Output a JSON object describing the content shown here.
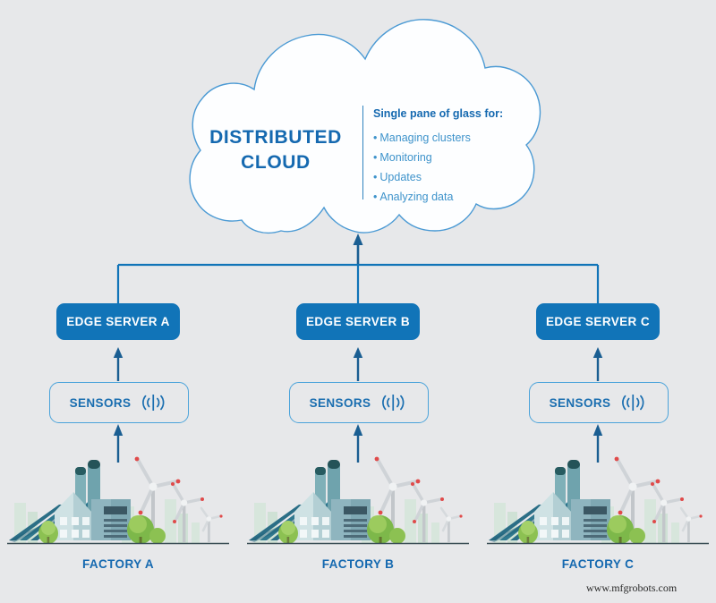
{
  "background_color": "#e7e8ea",
  "colors": {
    "primary_blue": "#1174b8",
    "dark_blue": "#1a5e92",
    "title_blue": "#1569b0",
    "light_blue": "#3e93cb",
    "border_blue": "#4ba3da",
    "cloud_fill": "#fdfeff"
  },
  "cloud": {
    "title_line1": "DISTRIBUTED",
    "title_line2": "CLOUD",
    "list_heading": "Single pane of glass for:",
    "bullets": [
      "Managing clusters",
      "Monitoring",
      "Updates",
      "Analyzing data"
    ],
    "bullet_glyph": "•"
  },
  "columns": [
    {
      "id": "a",
      "edge_server_label": "EDGE SERVER A",
      "sensors_label": "SENSORS",
      "sensors_icon": "signal-wave-icon",
      "factory_label": "FACTORY A"
    },
    {
      "id": "b",
      "edge_server_label": "EDGE SERVER B",
      "sensors_label": "SENSORS",
      "sensors_icon": "signal-wave-icon",
      "factory_label": "FACTORY B"
    },
    {
      "id": "c",
      "edge_server_label": "EDGE SERVER C",
      "sensors_label": "SENSORS",
      "sensors_icon": "signal-wave-icon",
      "factory_label": "FACTORY C"
    }
  ],
  "watermark": "www.mfgrobots.com"
}
